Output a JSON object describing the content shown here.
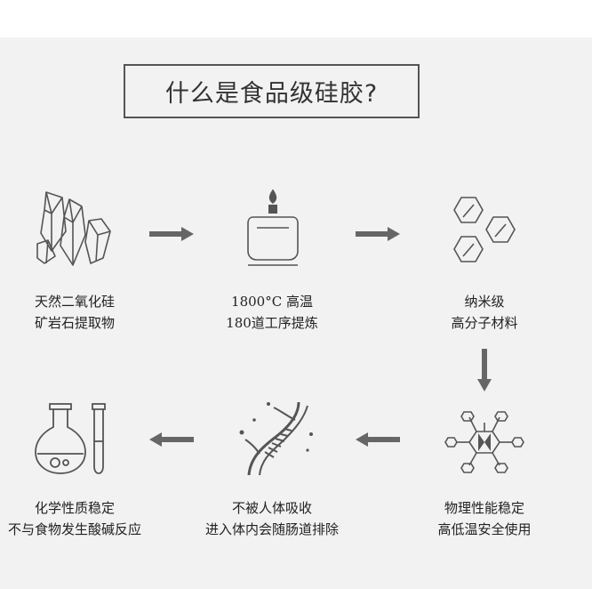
{
  "title": "什么是食品级硅胶?",
  "steps": [
    {
      "line1": "天然二氧化硅",
      "line2": "矿岩石提取物",
      "icon": "crystal-icon"
    },
    {
      "line1": "1800°C 高温",
      "line2": "180道工序提炼",
      "icon": "candle-heating-icon"
    },
    {
      "line1": "纳米级",
      "line2": "高分子材料",
      "icon": "hexagon-molecules-icon"
    },
    {
      "line1": "物理性能稳定",
      "line2": "高低温安全使用",
      "icon": "molecular-structure-icon"
    },
    {
      "line1": "不被人体吸收",
      "line2": "进入体内会随肠道排除",
      "icon": "dna-icon"
    },
    {
      "line1": "化学性质稳定",
      "line2": "不与食物发生酸碱反应",
      "icon": "lab-flask-icon"
    }
  ],
  "colors": {
    "icon": "#555555",
    "arrow": "#666666",
    "panel": "#f2f2f2"
  }
}
